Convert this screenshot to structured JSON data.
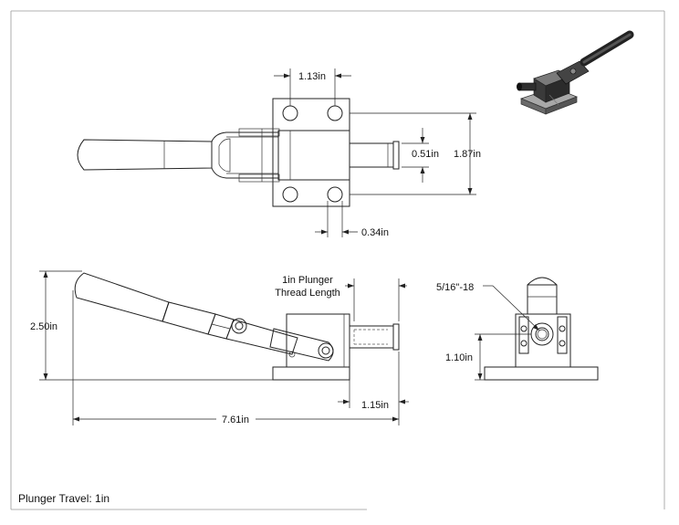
{
  "dimensions": {
    "hole_spacing": "1.13in",
    "plunger_diameter": "0.51in",
    "base_width": "1.87in",
    "hole_offset": "0.34in",
    "thread_label_line1": "1in Plunger",
    "thread_label_line2": "Thread Length",
    "overall_height": "2.50in",
    "plunger_extension": "1.15in",
    "overall_length": "7.61in",
    "thread_size": "5/16\"-18",
    "center_height": "1.10in"
  },
  "notes": {
    "plunger_travel": "Plunger Travel: 1in"
  },
  "colors": {
    "line": "#222222",
    "iso_dark": "#2b2b2b",
    "iso_mid": "#6a6a6a",
    "iso_light": "#a8a8a8"
  }
}
